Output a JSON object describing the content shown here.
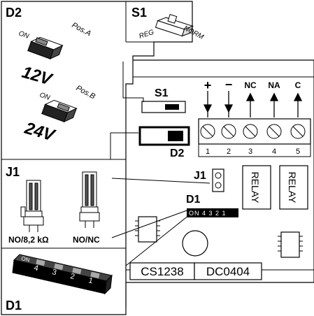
{
  "panels": {
    "s1": {
      "title": "S1",
      "reg": "REG",
      "norm": "NORM"
    },
    "d2": {
      "title": "D2",
      "on": "ON",
      "pos_a": "Pos.A",
      "v12": "12V",
      "pos_b": "Pos.B",
      "v24": "24V"
    },
    "j1": {
      "title": "J1",
      "label_left": "NO/8,2 kΩ",
      "label_right": "NO/NC"
    },
    "d1": {
      "title": "D1",
      "on": "ON",
      "digits": [
        "4",
        "3",
        "2",
        "1"
      ]
    }
  },
  "board": {
    "s1_label": "S1",
    "d2_label": "D2",
    "j1_label": "J1",
    "d1_label": "D1",
    "d1_chip_text": "ON 4 3 2 1",
    "terminals": [
      {
        "symbol": "+",
        "num": "1"
      },
      {
        "symbol": "−",
        "num": "2"
      },
      {
        "symbol": "NC",
        "num": "3"
      },
      {
        "symbol": "NA",
        "num": "4"
      },
      {
        "symbol": "C",
        "num": "5"
      }
    ],
    "relay1": "RELAY",
    "relay2": "RELAY",
    "code1": "CS1238",
    "code2": "DC0404"
  }
}
